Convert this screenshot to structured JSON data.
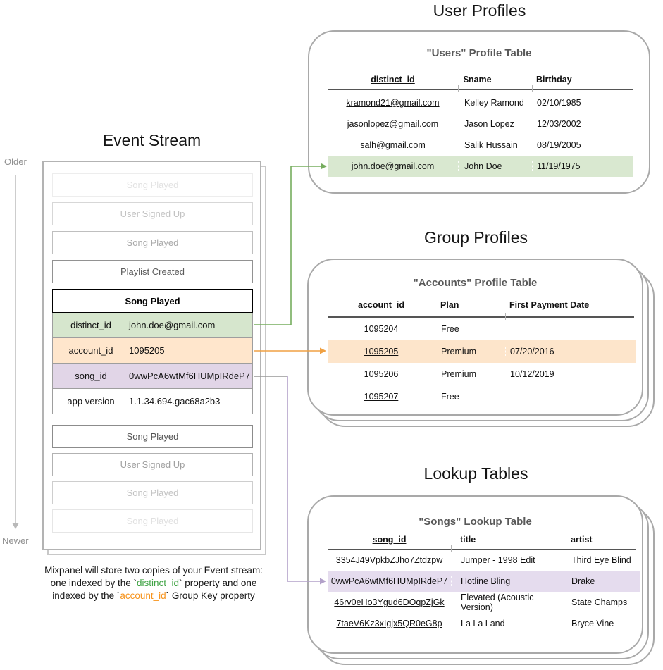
{
  "colors": {
    "green_highlight": "#d6e6cd",
    "orange_highlight": "#ffe6cc",
    "purple_highlight": "#e1d5e7",
    "green_arrow": "#76ad5e",
    "orange_arrow": "#f0a143",
    "purple_arrow": "#b2a1c9",
    "caption_green": "#3fa344",
    "caption_orange": "#f7941d"
  },
  "event_stream": {
    "title": "Event Stream",
    "older_label": "Older",
    "newer_label": "Newer",
    "events_above": [
      {
        "label": "Song Played"
      },
      {
        "label": "User Signed Up"
      },
      {
        "label": "Song Played"
      },
      {
        "label": "Playlist Created"
      }
    ],
    "active_event": {
      "title": "Song Played",
      "properties": [
        {
          "key": "distinct_id",
          "value": "john.doe@gmail.com"
        },
        {
          "key": "account_id",
          "value": "1095205"
        },
        {
          "key": "song_id",
          "value": "0wwPcA6wtMf6HUMpIRdeP7"
        },
        {
          "key": "app version",
          "value": "1.1.34.694.gac68a2b3"
        }
      ]
    },
    "events_below": [
      {
        "label": "Song Played"
      },
      {
        "label": "User Signed Up"
      },
      {
        "label": "Song Played"
      },
      {
        "label": "Song Played"
      }
    ]
  },
  "caption": {
    "line1": "Mixpanel will store two copies of your Event stream:",
    "line2_pre": "one indexed by the `",
    "line2_code": "distinct_id",
    "line2_post": "` property and one",
    "line3_pre": "indexed by the `",
    "line3_code": "account_id",
    "line3_post": "` Group Key property"
  },
  "user_profiles": {
    "section_title": "User Profiles",
    "table_title": "\"Users\" Profile Table",
    "columns": [
      "distinct_id",
      "$name",
      "Birthday"
    ],
    "rows": [
      [
        "kramond21@gmail.com",
        "Kelley Ramond",
        "02/10/1985"
      ],
      [
        "jasonlopez@gmail.com",
        "Jason Lopez",
        "12/03/2002"
      ],
      [
        "salh@gmail.com",
        "Salik Hussain",
        "08/19/2005"
      ],
      [
        "john.doe@gmail.com",
        "John Doe",
        "11/19/1975"
      ]
    ]
  },
  "group_profiles": {
    "section_title": "Group Profiles",
    "table_title": "\"Accounts\" Profile Table",
    "columns": [
      "account_id",
      "Plan",
      "First Payment Date"
    ],
    "rows": [
      [
        "1095204",
        "Free",
        ""
      ],
      [
        "1095205",
        "Premium",
        "07/20/2016"
      ],
      [
        "1095206",
        "Premium",
        "10/12/2019"
      ],
      [
        "1095207",
        "Free",
        ""
      ]
    ]
  },
  "lookup_tables": {
    "section_title": "Lookup Tables",
    "table_title": "\"Songs\" Lookup Table",
    "columns": [
      "song_id",
      "title",
      "artist"
    ],
    "rows": [
      [
        "3354J49VpkbZJho7Ztdzpw",
        "Jumper - 1998 Edit",
        "Third Eye Blind"
      ],
      [
        "0wwPcA6wtMf6HUMpIRdeP7",
        "Hotline Bling",
        "Drake"
      ],
      [
        "46rv0eHo3Ygud6DOqpZjGk",
        "Elevated (Acoustic Version)",
        "State Champs"
      ],
      [
        "7taeV6Kz3xIgjx5QR0eG8p",
        "La La Land",
        "Bryce Vine"
      ]
    ]
  }
}
